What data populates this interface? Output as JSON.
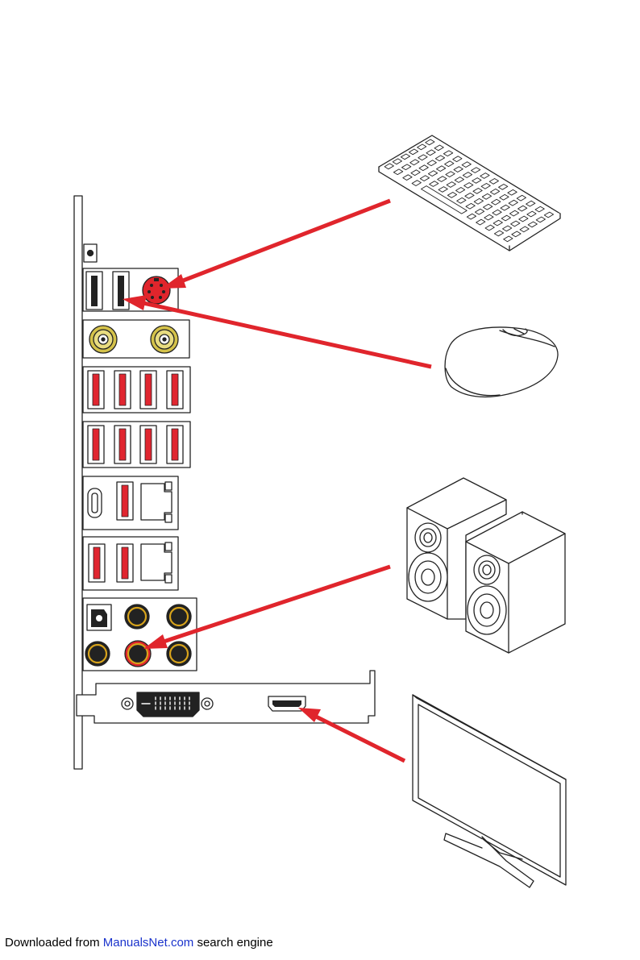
{
  "footer": {
    "prefix": "Downloaded from ",
    "link": "ManualsNet.com",
    "suffix": " search engine"
  },
  "colors": {
    "line": "#222222",
    "accent_red": "#e0252c",
    "usb_red": "#e02630",
    "gold": "#d4c24a",
    "audio_ring": "#d7a31c",
    "port_dark": "#222222"
  },
  "devices": [
    {
      "name": "keyboard",
      "icon": "keyboard-icon"
    },
    {
      "name": "mouse",
      "icon": "mouse-icon"
    },
    {
      "name": "speakers",
      "icon": "speakers-icon"
    },
    {
      "name": "monitor",
      "icon": "monitor-icon"
    }
  ],
  "connections": [
    {
      "from": "keyboard",
      "to": "ps2-port"
    },
    {
      "from": "mouse",
      "to": "usb2-port"
    },
    {
      "from": "speakers",
      "to": "line-out-jack"
    },
    {
      "from": "monitor",
      "to": "hdmi-port"
    }
  ]
}
